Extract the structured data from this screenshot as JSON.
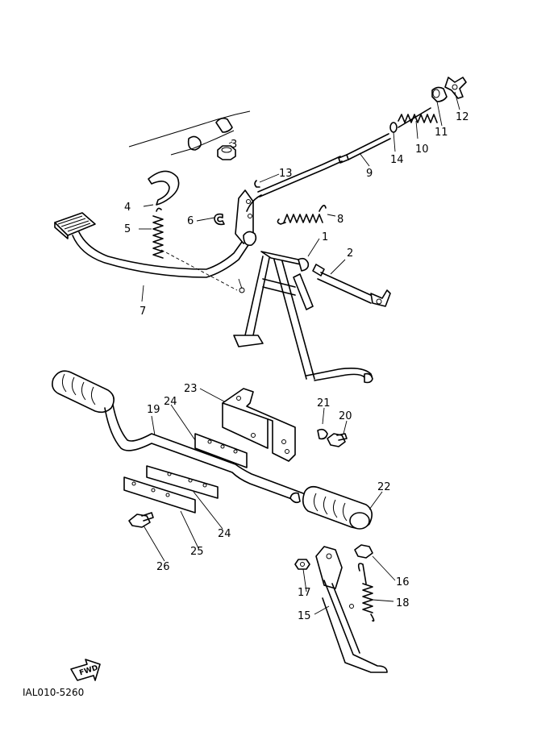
{
  "diagram": {
    "callouts": [
      "1",
      "2",
      "3",
      "4",
      "5",
      "6",
      "7",
      "8",
      "9",
      "10",
      "11",
      "12",
      "13",
      "14",
      "15",
      "16",
      "17",
      "18",
      "19",
      "20",
      "21",
      "22",
      "23",
      "24",
      "24",
      "25",
      "26"
    ],
    "drawing_code": "IAL010-5260",
    "fwd_label": "FWD"
  }
}
